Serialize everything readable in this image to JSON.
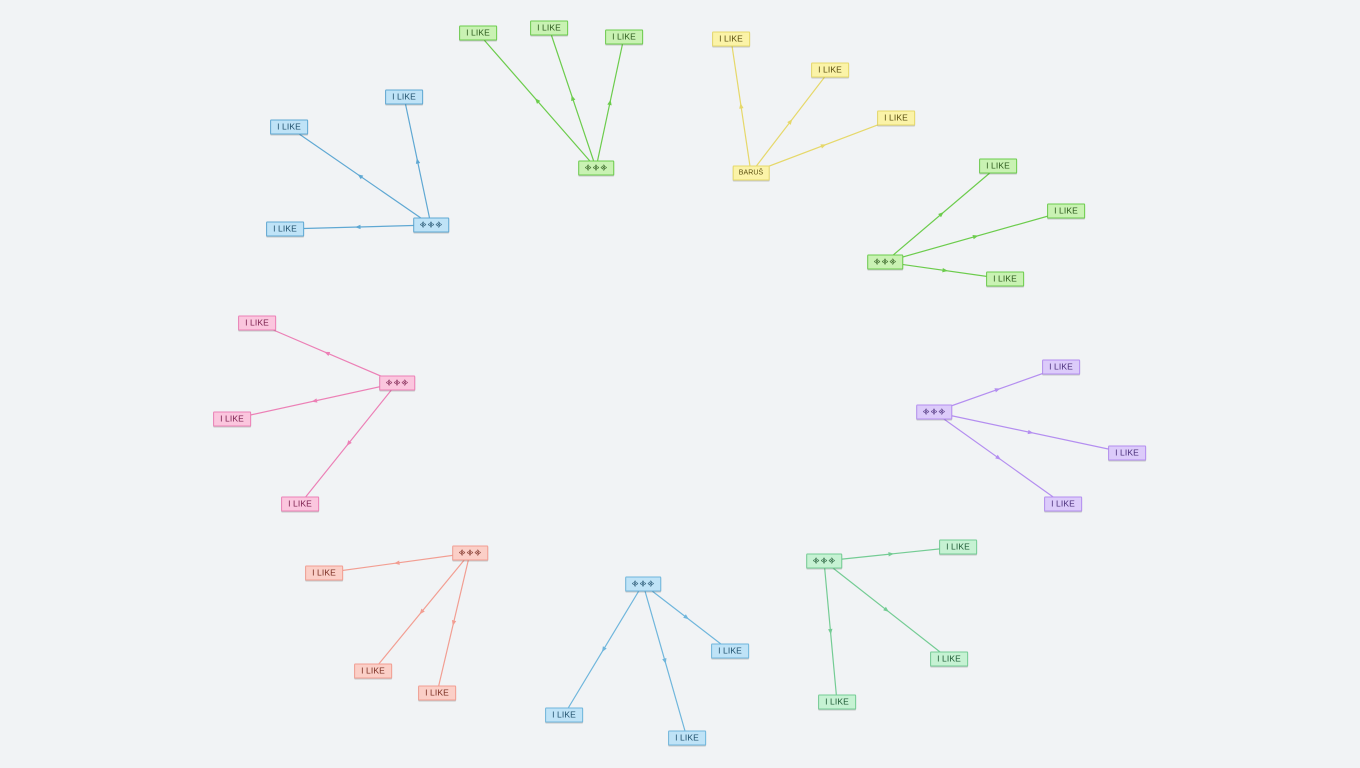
{
  "diagram": {
    "clusters": [
      {
        "id": "c1",
        "accent": "#5fa8d3",
        "fill": "#bfe3f7",
        "text": "#1f4f6b",
        "center": {
          "label": "᯽᯽᯽"
        },
        "leaves": [
          {
            "label": "I LIKE"
          },
          {
            "label": "I LIKE"
          },
          {
            "label": "I LIKE"
          }
        ]
      },
      {
        "id": "c2",
        "accent": "#6ccc4c",
        "fill": "#c9f2b3",
        "text": "#2c5a1c",
        "center": {
          "label": "᯽᯽᯽"
        },
        "leaves": [
          {
            "label": "I LIKE"
          },
          {
            "label": "I LIKE"
          },
          {
            "label": "I LIKE"
          }
        ]
      },
      {
        "id": "c3",
        "accent": "#e6d86a",
        "fill": "#fbf3a8",
        "text": "#5a4f10",
        "center": {
          "label": "BARUŠ"
        },
        "leaves": [
          {
            "label": "I LIKE"
          },
          {
            "label": "I LIKE"
          },
          {
            "label": "I LIKE"
          }
        ]
      },
      {
        "id": "c4",
        "accent": "#6ccc4c",
        "fill": "#c9f2b3",
        "text": "#2c5a1c",
        "center": {
          "label": "᯽᯽᯽"
        },
        "leaves": [
          {
            "label": "I LIKE"
          },
          {
            "label": "I LIKE"
          },
          {
            "label": "I LIKE"
          }
        ]
      },
      {
        "id": "c5",
        "accent": "#ec80b6",
        "fill": "#fbc6de",
        "text": "#7a1e4c",
        "center": {
          "label": "᯽᯽᯽"
        },
        "leaves": [
          {
            "label": "I LIKE"
          },
          {
            "label": "I LIKE"
          },
          {
            "label": "I LIKE"
          }
        ]
      },
      {
        "id": "c6",
        "accent": "#b48ef0",
        "fill": "#dccbfa",
        "text": "#4a2f7a",
        "center": {
          "label": "᯽᯽᯽"
        },
        "leaves": [
          {
            "label": "I LIKE"
          },
          {
            "label": "I LIKE"
          },
          {
            "label": "I LIKE"
          }
        ]
      },
      {
        "id": "c7",
        "accent": "#f29e92",
        "fill": "#fbcfc7",
        "text": "#7a2e22",
        "center": {
          "label": "᯽᯽᯽"
        },
        "leaves": [
          {
            "label": "I LIKE"
          },
          {
            "label": "I LIKE"
          },
          {
            "label": "I LIKE"
          }
        ]
      },
      {
        "id": "c8",
        "accent": "#6fb6dc",
        "fill": "#bfe3f7",
        "text": "#1f4f6b",
        "center": {
          "label": "᯽᯽᯽"
        },
        "leaves": [
          {
            "label": "I LIKE"
          },
          {
            "label": "I LIKE"
          },
          {
            "label": "I LIKE"
          }
        ]
      },
      {
        "id": "c9",
        "accent": "#74cc94",
        "fill": "#c6f2d3",
        "text": "#1f5a35",
        "center": {
          "label": "᯽᯽᯽"
        },
        "leaves": [
          {
            "label": "I LIKE"
          },
          {
            "label": "I LIKE"
          },
          {
            "label": "I LIKE"
          }
        ]
      }
    ]
  }
}
